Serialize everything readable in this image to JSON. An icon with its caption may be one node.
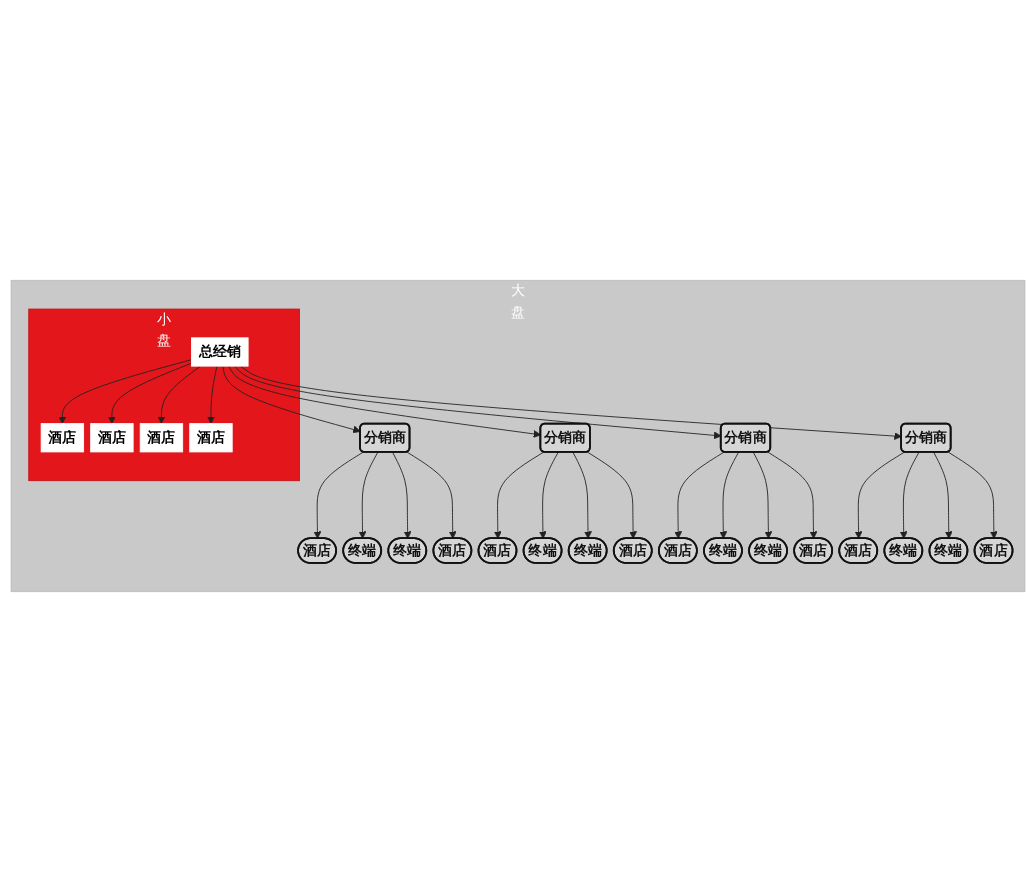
{
  "diagram": {
    "nodes": [
      {
        "text": [
          "大",
          "盘"
        ]
      },
      {
        "text": [
          "小",
          "盘"
        ],
        "in": 0
      },
      {
        "text": [
          "总经销"
        ],
        "in": 1
      },
      {
        "text": [
          "酒店"
        ],
        "in": 1
      },
      {
        "text": [
          "酒店"
        ],
        "in": 1
      },
      {
        "text": [
          "酒店"
        ],
        "in": 1
      },
      {
        "text": [
          "酒店"
        ],
        "in": 1
      },
      {
        "text": [
          "酒店"
        ],
        "in": 0
      },
      {
        "text": [
          "终端"
        ],
        "in": 0
      },
      {
        "text": [
          "分销商"
        ],
        "in": 0
      },
      {
        "text": [
          "终端"
        ],
        "in": 0
      },
      {
        "text": [
          "酒店"
        ],
        "in": 0
      },
      {
        "text": [
          "酒店"
        ],
        "in": 0
      },
      {
        "text": [
          "终端"
        ],
        "in": 0
      },
      {
        "text": [
          "分销商"
        ],
        "in": 0
      },
      {
        "text": [
          "终端"
        ],
        "in": 0
      },
      {
        "text": [
          "酒店"
        ],
        "in": 0
      },
      {
        "text": [
          "酒店"
        ],
        "in": 0
      },
      {
        "text": [
          "终端"
        ],
        "in": 0
      },
      {
        "text": [
          "分销商"
        ],
        "in": 0
      },
      {
        "text": [
          "终端"
        ],
        "in": 0
      },
      {
        "text": [
          "酒店"
        ],
        "in": 0
      },
      {
        "text": [
          "酒店"
        ],
        "in": 0
      },
      {
        "text": [
          "终端"
        ],
        "in": 0
      },
      {
        "text": [
          "分销商"
        ],
        "in": 0
      },
      {
        "text": [
          "终端"
        ],
        "in": 0
      },
      {
        "text": [
          "酒店"
        ],
        "in": 0
      }
    ],
    "edges": [
      {
        "from": 2,
        "to": 3,
        "arrow": "to"
      },
      {
        "from": 2,
        "to": 4,
        "arrow": "to"
      },
      {
        "from": 2,
        "to": 5,
        "arrow": "to"
      },
      {
        "from": 2,
        "to": 6,
        "arrow": "to"
      },
      {
        "from": 2,
        "to": 9,
        "arrow": "to"
      },
      {
        "from": 2,
        "to": 14,
        "arrow": "to"
      },
      {
        "from": 2,
        "to": 19,
        "arrow": "to"
      },
      {
        "from": 2,
        "to": 24,
        "arrow": "to"
      },
      {
        "from": 9,
        "to": 7,
        "arrow": "to"
      },
      {
        "from": 9,
        "to": 8,
        "arrow": "to"
      },
      {
        "from": 9,
        "to": 10,
        "arrow": "to"
      },
      {
        "from": 9,
        "to": 11,
        "arrow": "to"
      },
      {
        "from": 14,
        "to": 12,
        "arrow": "to"
      },
      {
        "from": 14,
        "to": 13,
        "arrow": "to"
      },
      {
        "from": 14,
        "to": 15,
        "arrow": "to"
      },
      {
        "from": 14,
        "to": 16,
        "arrow": "to"
      },
      {
        "from": 19,
        "to": 17,
        "arrow": "to"
      },
      {
        "from": 19,
        "to": 18,
        "arrow": "to"
      },
      {
        "from": 19,
        "to": 20,
        "arrow": "to"
      },
      {
        "from": 19,
        "to": 21,
        "arrow": "to"
      },
      {
        "from": 24,
        "to": 22,
        "arrow": "to"
      },
      {
        "from": 24,
        "to": 23,
        "arrow": "to"
      },
      {
        "from": 24,
        "to": 25,
        "arrow": "to"
      },
      {
        "from": 24,
        "to": 26,
        "arrow": "to"
      }
    ]
  }
}
